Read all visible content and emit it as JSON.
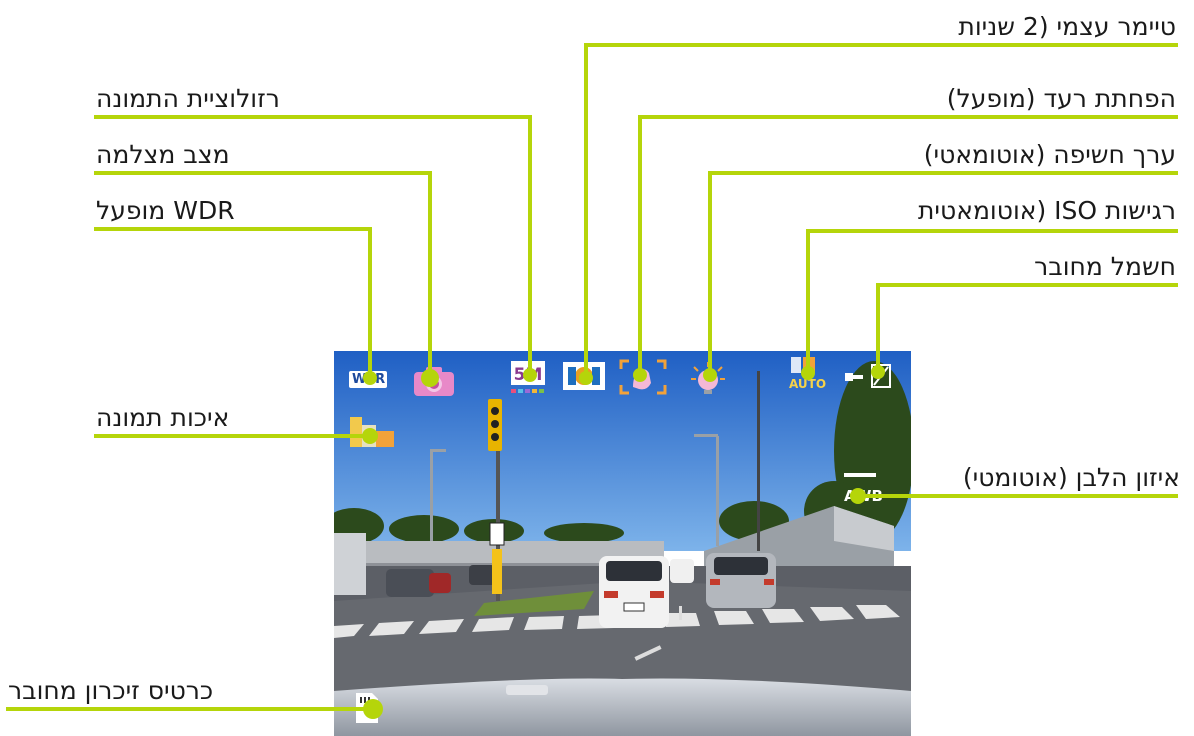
{
  "labels": {
    "self_timer": "טיימר עצמי (2 שניות",
    "image_resolution": "רזולוציית התמונה",
    "shake_reduction": "הפחתת רעד (מופעל)",
    "camera_mode": "מצב מצלמה",
    "exposure_value": "ערך חשיפה (אוטומאטי)",
    "wdr_on": "WDR מופעל",
    "iso_sensitivity": "רגישות ISO (אוטומאטית",
    "power_connected": "חשמל מחובר",
    "image_quality": "איכות תמונה",
    "white_balance": "איזון הלבן (אוטומטי)",
    "memory_card": "כרטיס זיכרון מחובר"
  },
  "osd": {
    "wdr_badge": "WDR",
    "resolution_value": "5M",
    "iso_auto": "AUTO",
    "awb": "AWB"
  },
  "icons": [
    "wdr-icon",
    "camera-mode-icon",
    "resolution-icon",
    "self-timer-icon",
    "shake-reduction-icon",
    "exposure-icon",
    "iso-icon",
    "power-icon",
    "image-quality-icon",
    "white-balance-icon",
    "sd-card-icon"
  ],
  "colors": {
    "leader_line": "#b5d50a",
    "sky_top": "#1f5fc4",
    "sky_bottom": "#6aa4e6",
    "road": "#5c5f66",
    "osd_orange": "#f2a23a",
    "osd_pink": "#e889c8"
  }
}
